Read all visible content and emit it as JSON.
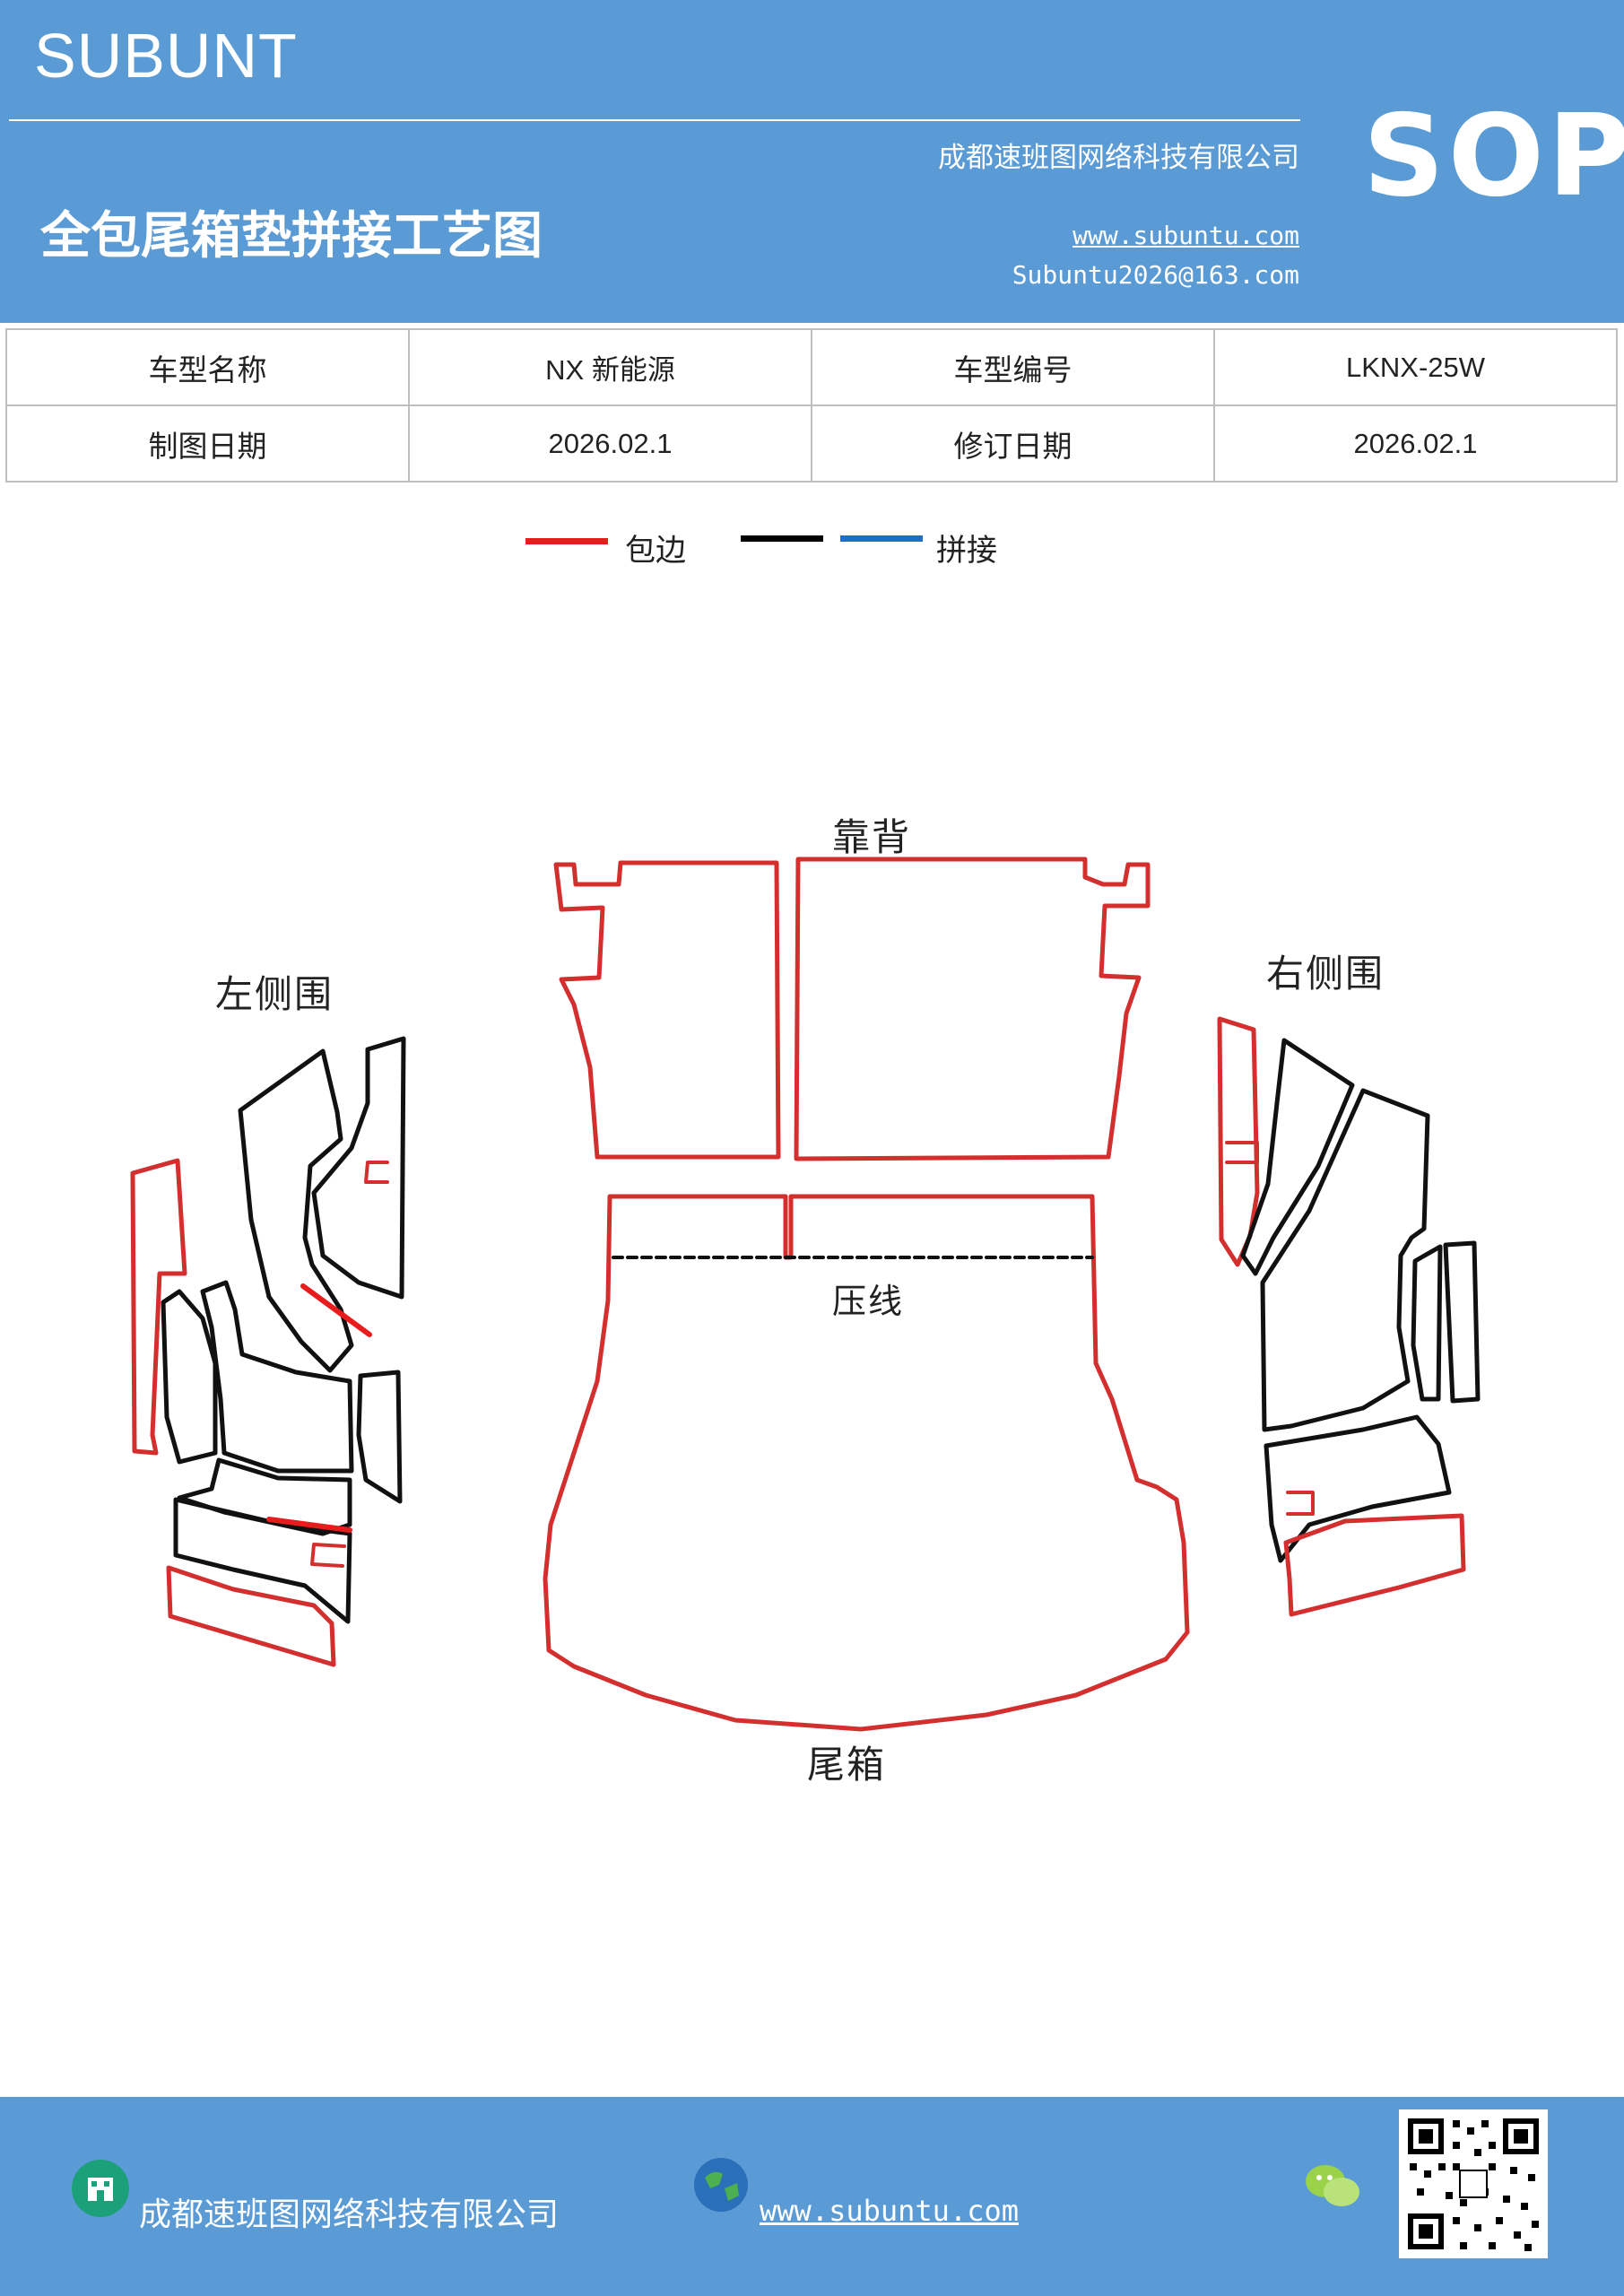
{
  "header": {
    "brand": "SUBUNT",
    "company": "成都速班图网络科技有限公司",
    "title": "全包尾箱垫拼接工艺图",
    "website": "www.subuntu.com",
    "email": "Subuntu2026@163.com",
    "badge": "SOP"
  },
  "info_table": {
    "rows": [
      [
        "车型名称",
        "NX 新能源",
        "车型编号",
        "LKNX-25W"
      ],
      [
        "制图日期",
        "2026.02.1",
        "修订日期",
        "2026.02.1"
      ]
    ]
  },
  "legend": {
    "items": [
      {
        "label": "包边",
        "color": "#e81c1c"
      },
      {
        "label": "",
        "color": "#000000"
      },
      {
        "label": "拼接",
        "color": "#1f6fc4"
      }
    ]
  },
  "diagram": {
    "labels": {
      "backrest": "靠背",
      "left_side": "左侧围",
      "right_side": "右侧围",
      "crease": "压线",
      "trunk": "尾箱"
    },
    "edge_color": "#d32f2f",
    "seam_color": "#111111"
  },
  "footer": {
    "company": "成都速班图网络科技有限公司",
    "website": "www.subuntu.com",
    "icons": [
      "building-icon",
      "globe-icon",
      "wechat-icon",
      "qr-code"
    ]
  }
}
